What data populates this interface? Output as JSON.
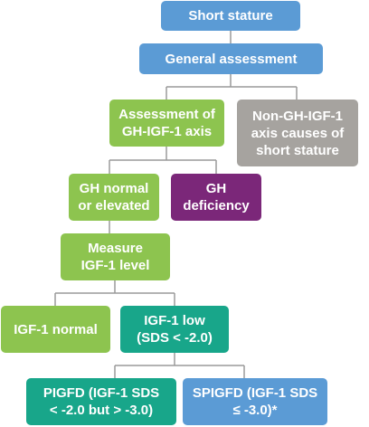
{
  "diagram": {
    "nodes": {
      "short_stature": "Short stature",
      "general_assessment": "General assessment",
      "assessment_gh_igf1": "Assessment of\nGH-IGF-1 axis",
      "non_gh_igf1": "Non-GH-IGF-1\naxis causes of\nshort stature",
      "gh_normal": "GH normal\nor elevated",
      "gh_deficiency": "GH\ndeficiency",
      "measure_igf1": "Measure\nIGF-1 level",
      "igf1_normal": "IGF-1 normal",
      "igf1_low": "IGF-1 low\n(SDS < -2.0)",
      "pigfd": "PIGFD (IGF-1 SDS\n< -2.0 but > -3.0)",
      "spigfd": "SPIGFD (IGF-1 SDS\n≤ -3.0)*"
    },
    "colors": {
      "blue": "#5b9bd5",
      "green": "#8dc44f",
      "gray": "#a6a39f",
      "purple": "#7b2779",
      "teal": "#18a68a",
      "connector": "#9a9a9a"
    }
  }
}
